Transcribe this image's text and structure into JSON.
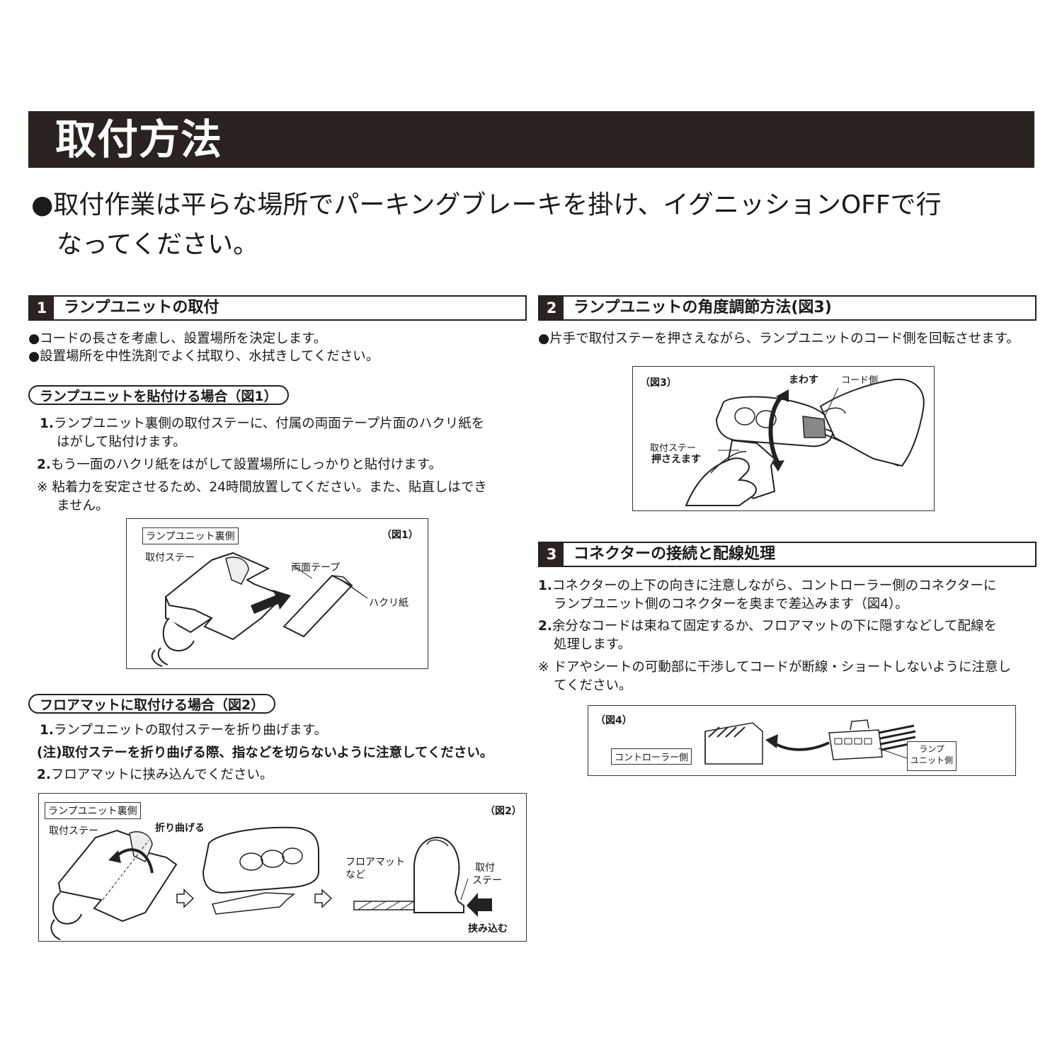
{
  "title": "取付方法",
  "intro": {
    "line1": "●取付作業は平らな場所でパーキングブレーキを掛け、イグニッションOFFで行",
    "line2": "なってください。"
  },
  "section1": {
    "number": "1",
    "title": "ランプユニットの取付",
    "bullets": [
      "●コードの長さを考慮し、設置場所を決定します。",
      "●設置場所を中性洗剤でよく拭取り、水拭きしてください。"
    ],
    "case1": {
      "pill": "ランプユニットを貼付ける場合（図1）",
      "step1_num": "1.",
      "step1_a": "ランプユニット裏側の取付ステーに、付属の両面テープ片面のハクリ紙を",
      "step1_b": "はがして貼付けます。",
      "step2_num": "2.",
      "step2": "もう一面のハクリ紙をはがして設置場所にしっかりと貼付けます。",
      "note_a": "※ 粘着力を安定させるため、24時間放置してください。また、貼直しはでき",
      "note_b": "ません。"
    },
    "fig1": {
      "label": "（図1）",
      "tag": "ランプユニット裏側",
      "stay": "取付ステー",
      "tape": "両面テープ",
      "peel": "ハクリ紙"
    },
    "case2": {
      "pill": "フロアマットに取付ける場合（図2）",
      "step1_num": "1.",
      "step1": "ランプユニットの取付ステーを折り曲げます。",
      "caution": "(注)取付ステーを折り曲げる際、指などを切らないように注意してください。",
      "step2_num": "2.",
      "step2": "フロアマットに挟み込んでください。"
    },
    "fig2": {
      "label": "（図2）",
      "tag": "ランプユニット裏側",
      "stay": "取付ステー",
      "bend": "折り曲げる",
      "mat_a": "フロアマット",
      "mat_b": "など",
      "stay2_a": "取付",
      "stay2_b": "ステー",
      "insert": "挟み込む"
    }
  },
  "section2": {
    "number": "2",
    "title": "ランプユニットの角度調節方法(図3)",
    "bullet": "●片手で取付ステーを押さえながら、ランプユニットのコード側を回転させます。",
    "fig3": {
      "label": "（図3）",
      "rotate": "まわす",
      "cord_side": "コード側",
      "stay": "取付ステー",
      "hold": "押さえます"
    }
  },
  "section3": {
    "number": "3",
    "title": "コネクターの接続と配線処理",
    "step1_num": "1.",
    "step1_a": "コネクターの上下の向きに注意しながら、コントローラー側のコネクターに",
    "step1_b": "ランプユニット側のコネクターを奥まで差込みます（図4）。",
    "step2_num": "2.",
    "step2_a": "余分なコードは束ねて固定するか、フロアマットの下に隠すなどして配線を",
    "step2_b": "処理します。",
    "note_a": "※ ドアやシートの可動部に干渉してコードが断線・ショートしないように注意し",
    "note_b": "てください。",
    "fig4": {
      "label": "（図4）",
      "controller": "コントローラー側",
      "lamp_a": "ランプ",
      "lamp_b": "ユニット側"
    }
  }
}
